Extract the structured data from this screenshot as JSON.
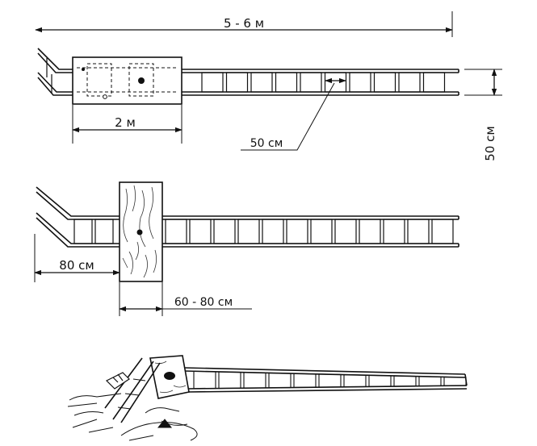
{
  "dimensions": {
    "total_length": "5 - 6 м",
    "board_length": "2 м",
    "rung_spacing": "50 cм",
    "ladder_width": "50 cм",
    "board_offset": "80 cм",
    "board_width": "60 - 80 cм"
  }
}
